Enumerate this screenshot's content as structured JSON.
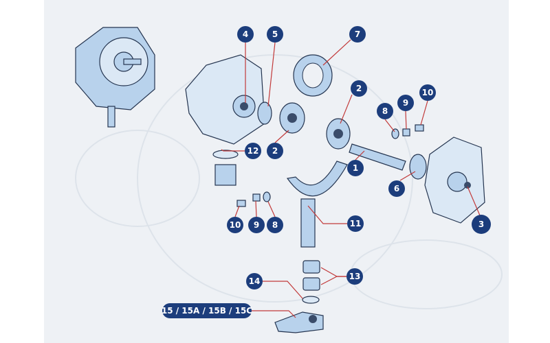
{
  "diagram": {
    "callouts": [
      {
        "id": "c4",
        "label": "4"
      },
      {
        "id": "c5",
        "label": "5"
      },
      {
        "id": "c7",
        "label": "7"
      },
      {
        "id": "c2a",
        "label": "2"
      },
      {
        "id": "c8a",
        "label": "8"
      },
      {
        "id": "c9a",
        "label": "9"
      },
      {
        "id": "c10a",
        "label": "10"
      },
      {
        "id": "c12",
        "label": "12"
      },
      {
        "id": "c2b",
        "label": "2"
      },
      {
        "id": "c1",
        "label": "1"
      },
      {
        "id": "c6",
        "label": "6"
      },
      {
        "id": "c3",
        "label": "3"
      },
      {
        "id": "c10b",
        "label": "10"
      },
      {
        "id": "c9b",
        "label": "9"
      },
      {
        "id": "c8b",
        "label": "8"
      },
      {
        "id": "c11",
        "label": "11"
      },
      {
        "id": "c13",
        "label": "13"
      },
      {
        "id": "c14",
        "label": "14"
      }
    ],
    "pill_label": "15 / 15A / 15B / 15C",
    "colors": {
      "callout": "#1c3d7c",
      "leader": "#c23a3a",
      "highlight": "#e0553f",
      "part": "#b8d2ec"
    }
  }
}
